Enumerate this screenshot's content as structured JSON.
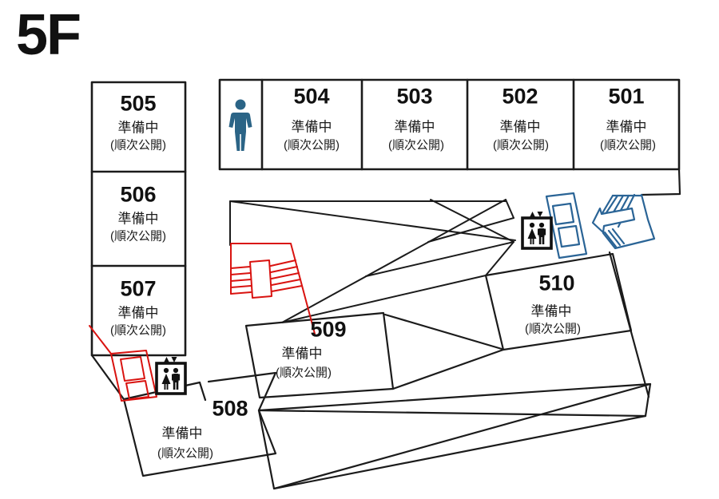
{
  "floor": {
    "label": "5F"
  },
  "rooms": [
    {
      "number": "501",
      "status": [
        "準備中",
        "(順次公開)"
      ]
    },
    {
      "number": "502",
      "status": [
        "準備中",
        "(順次公開)"
      ]
    },
    {
      "number": "503",
      "status": [
        "準備中",
        "(順次公開)"
      ]
    },
    {
      "number": "504",
      "status": [
        "準備中",
        "(順次公開)"
      ]
    },
    {
      "number": "505",
      "status": [
        "準備中",
        "(順次公開)"
      ]
    },
    {
      "number": "506",
      "status": [
        "準備中",
        "(順次公開)"
      ]
    },
    {
      "number": "507",
      "status": [
        "準備中",
        "(順次公開)"
      ]
    },
    {
      "number": "508",
      "status": [
        "準備中",
        "(順次公開)"
      ]
    },
    {
      "number": "509",
      "status": [
        "準備中",
        "(順次公開)"
      ]
    },
    {
      "number": "510",
      "status": [
        "準備中",
        "(順次公開)"
      ]
    }
  ],
  "icons": {
    "restroom": "male-restroom-figure",
    "elevator": "elevator-with-passengers-and-updown-arrows",
    "red_staircase": "staircase-exit-red",
    "red_escalator": "escalator-red",
    "blue_staircase": "staircase-exit-blue",
    "blue_escalator": "escalator-blue"
  },
  "colors": {
    "line": "#1b1b1b",
    "stairs_red": "#d91310",
    "stairs_blue": "#2a6496",
    "restroom_blue": "#2b6486",
    "icon_black": "#111111"
  }
}
